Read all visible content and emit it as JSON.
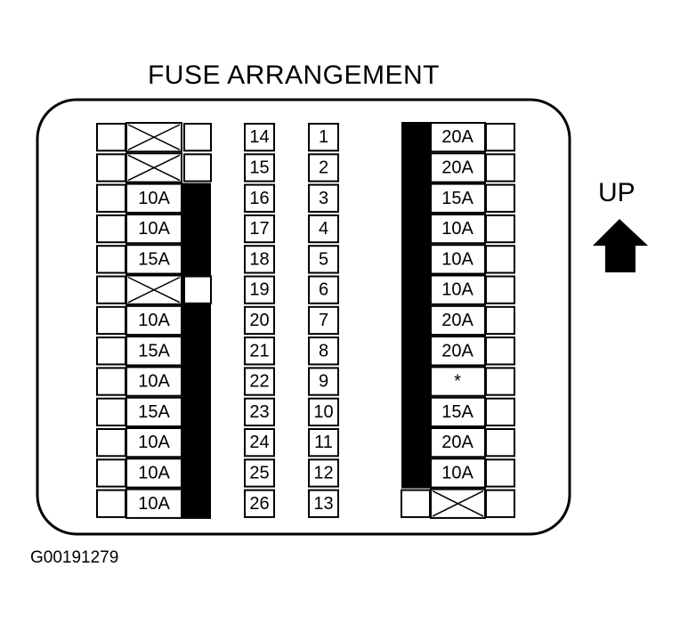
{
  "title": "FUSE ARRANGEMENT",
  "figure_id": "G00191279",
  "up_label": "UP",
  "left_block": {
    "fuses": [
      "",
      "",
      "10A",
      "10A",
      "15A",
      "",
      "10A",
      "15A",
      "10A",
      "15A",
      "10A",
      "10A",
      "10A"
    ],
    "blocked": [
      true,
      true,
      false,
      false,
      false,
      true,
      false,
      false,
      false,
      false,
      false,
      false,
      false
    ]
  },
  "middle_numbers_a": [
    "14",
    "15",
    "16",
    "17",
    "18",
    "19",
    "20",
    "21",
    "22",
    "23",
    "24",
    "25",
    "26"
  ],
  "middle_numbers_b": [
    "1",
    "2",
    "3",
    "4",
    "5",
    "6",
    "7",
    "8",
    "9",
    "10",
    "11",
    "12",
    "13"
  ],
  "right_block": {
    "fuses": [
      "20A",
      "20A",
      "15A",
      "10A",
      "10A",
      "10A",
      "20A",
      "20A",
      "*",
      "15A",
      "20A",
      "10A",
      ""
    ],
    "blocked": [
      false,
      false,
      false,
      false,
      false,
      false,
      false,
      false,
      false,
      false,
      false,
      false,
      true
    ]
  },
  "colors": {
    "ink": "#000000",
    "paper": "#ffffff"
  }
}
